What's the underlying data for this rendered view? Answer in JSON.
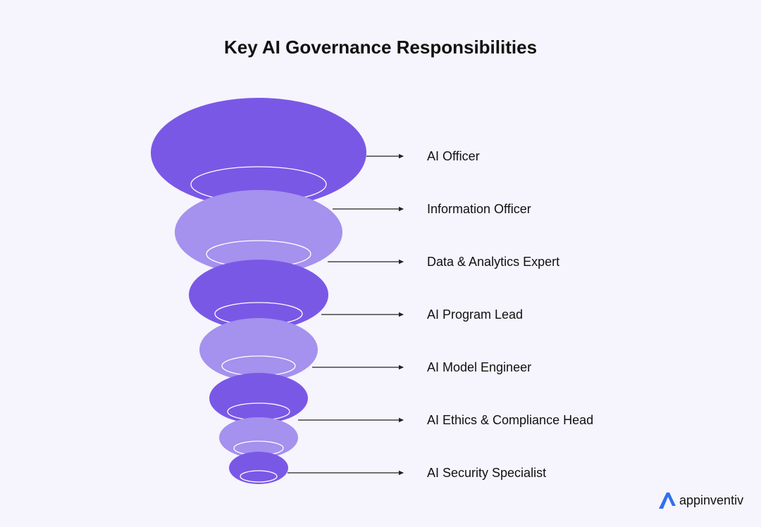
{
  "title": "Key AI Governance Responsibilities",
  "colors": {
    "background": "#f6f4fc",
    "dark_tier": "#7a58e6",
    "light_tier": "#a591ee",
    "arrow": "#222222",
    "text": "#111111",
    "logo_blue": "#2f6ff2"
  },
  "roles": [
    "AI Officer",
    "Information Officer",
    "Data & Analytics Expert",
    "AI Program Lead",
    "AI Model Engineer",
    "AI Ethics & Compliance Head",
    "AI Security Specialist"
  ],
  "brand": {
    "name": "appinventiv",
    "icon": "appinventiv-logo-icon"
  }
}
